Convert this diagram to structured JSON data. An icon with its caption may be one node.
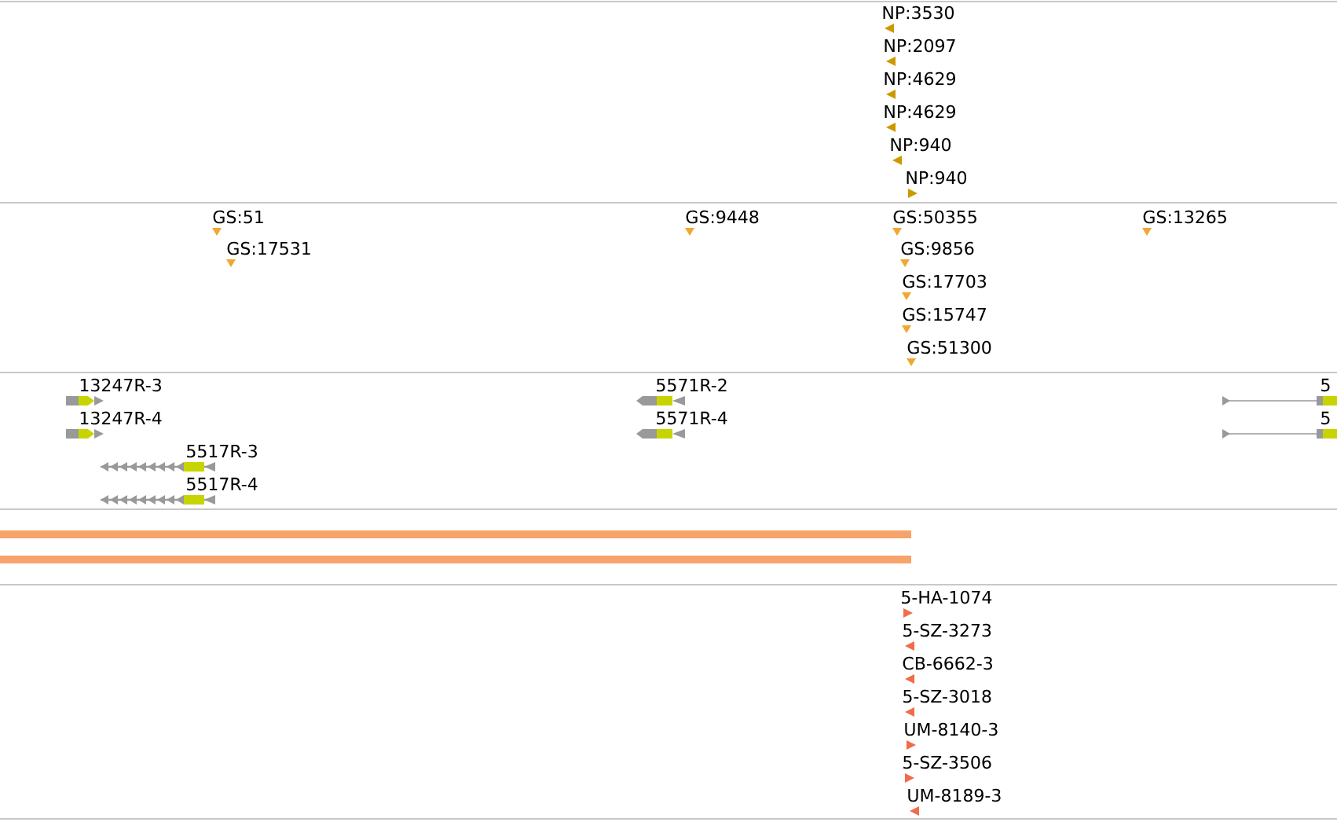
{
  "diagram": {
    "labels": [
      "NP:3530",
      "NP:2097",
      "NP:4629",
      "NP:4629",
      "NP:940",
      "NP:940",
      "GS:51",
      "GS:9448",
      "GS:50355",
      "GS:13265",
      "GS:17531",
      "GS:9856",
      "GS:17703",
      "GS:15747",
      "GS:51300",
      "13247R-3",
      "5571R-2",
      "5",
      "13247R-4",
      "5571R-4",
      "5",
      "5517R-3",
      "5517R-4",
      "5-HA-1074",
      "5-SZ-3273",
      "CB-6662-3",
      "5-SZ-3018",
      "UM-8140-3",
      "5-SZ-3506",
      "UM-8189-3"
    ]
  }
}
